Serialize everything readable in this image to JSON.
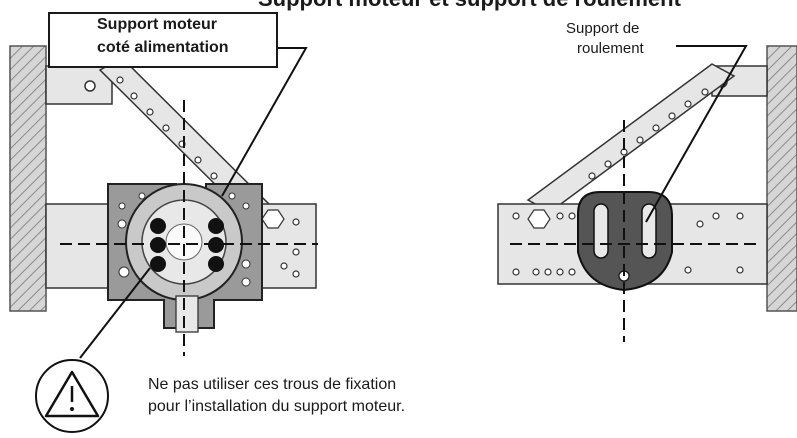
{
  "title": "Support moteur et support de roulement",
  "motor_support": {
    "line1": "Support moteur",
    "line2": "coté alimentation",
    "icon": "electrical-hazard-icon"
  },
  "bearing_support": {
    "line1": "Support de",
    "line2": "roulement"
  },
  "warning": {
    "line1": "Ne pas utiliser ces trous de fixation",
    "line2": "pour l’installation du support moteur.",
    "icon": "warning-triangle-icon"
  },
  "colors": {
    "wall": "#c8c8c8",
    "bracket": "#e6e6e6",
    "motor_plate": "#9a9a9a",
    "bearing_body": "#555555",
    "ink": "#1a1a1a"
  }
}
